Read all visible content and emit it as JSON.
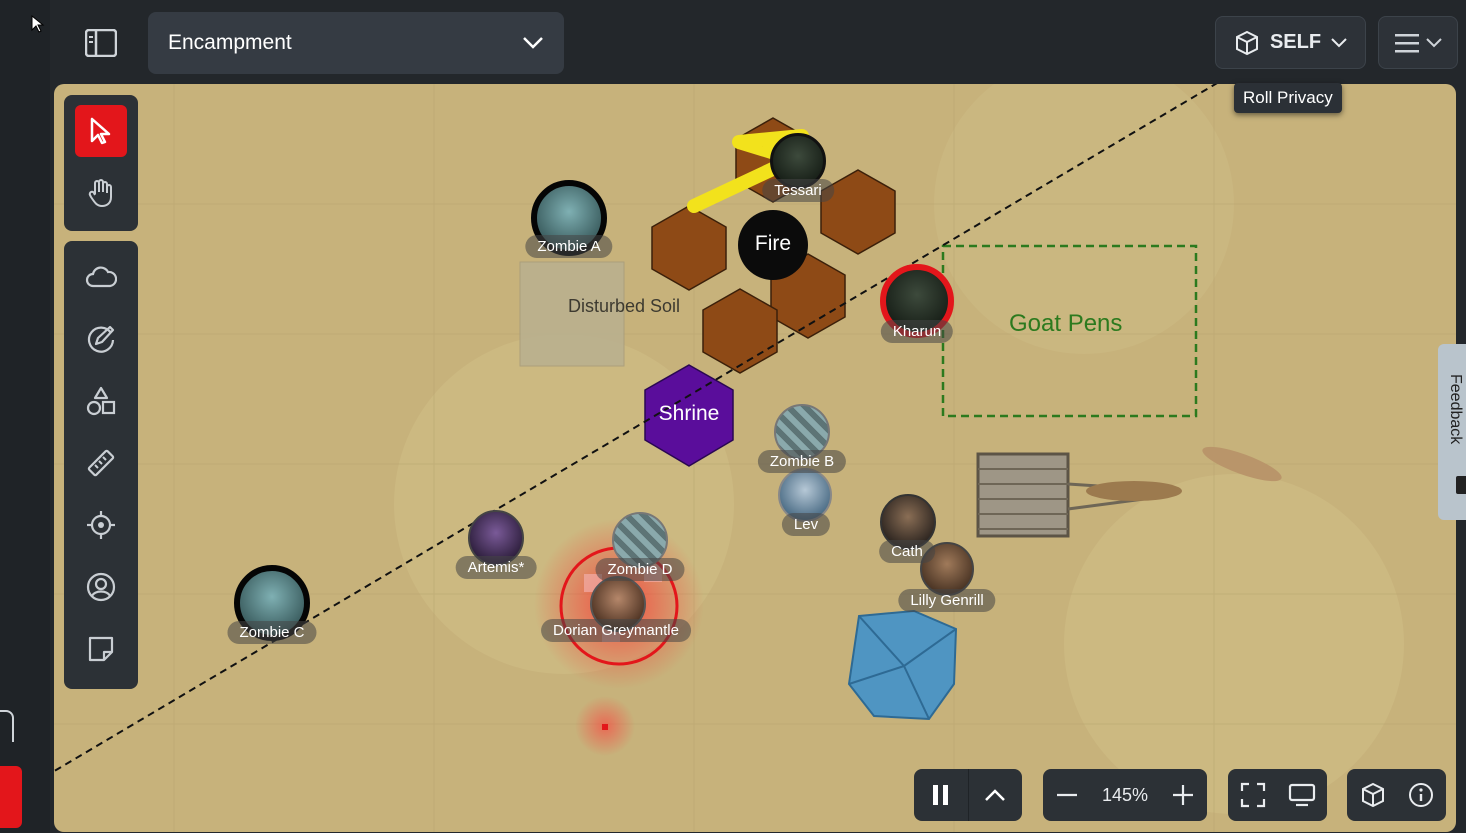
{
  "scene_selector": {
    "value": "Encampment"
  },
  "roll_privacy": {
    "label": "SELF",
    "tooltip": "Roll Privacy"
  },
  "map": {
    "labels": {
      "goat_pens": "Goat Pens",
      "disturbed_soil": "Disturbed Soil",
      "fire": "Fire",
      "shrine": "Shrine"
    },
    "tokens": [
      {
        "name": "Tessari"
      },
      {
        "name": "Zombie A"
      },
      {
        "name": "Kharun"
      },
      {
        "name": "Zombie B"
      },
      {
        "name": "Lev"
      },
      {
        "name": "Cath"
      },
      {
        "name": "Lilly Genrill"
      },
      {
        "name": "Artemis*"
      },
      {
        "name": "Zombie D"
      },
      {
        "name": "Dorian Greymantle"
      },
      {
        "name": "Zombie C"
      }
    ]
  },
  "zoom": {
    "level": "145%"
  },
  "feedback": {
    "label": "Feedback"
  },
  "colors": {
    "accent": "#e3161b",
    "map_bg": "#c7b27b",
    "shrine": "#5a0d9b",
    "goat_pens": "#2c7a1e"
  }
}
